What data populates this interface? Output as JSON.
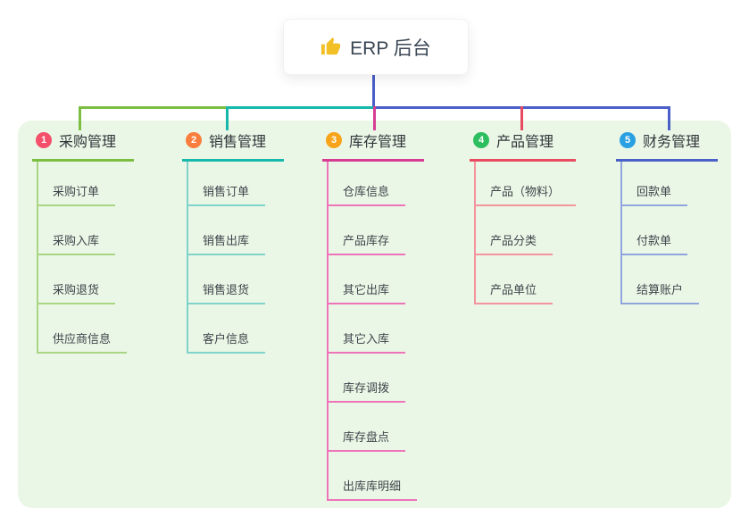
{
  "root": {
    "label": "ERP 后台",
    "icon": "thumbs-up-icon"
  },
  "connector_colors": {
    "root_line": "#4a60c8",
    "bus_left": "#7cbe41",
    "bus_mid": "#16b8ab",
    "bus_right": "#4a60c8"
  },
  "panel_color": "#ebf7e6",
  "branches": [
    {
      "badge": "1",
      "label": "采购管理",
      "badge_color": "#f4506a",
      "line_color": "#7cbe41",
      "child_line_color": "#a9d584",
      "children": [
        "采购订单",
        "采购入库",
        "采购退货",
        "供应商信息"
      ]
    },
    {
      "badge": "2",
      "label": "销售管理",
      "badge_color": "#f97e3d",
      "line_color": "#16b8ab",
      "child_line_color": "#7ed3ca",
      "children": [
        "销售订单",
        "销售出库",
        "销售退货",
        "客户信息"
      ]
    },
    {
      "badge": "3",
      "label": "库存管理",
      "badge_color": "#f8a41b",
      "line_color": "#d63d92",
      "child_line_color": "#ee74ba",
      "children": [
        "仓库信息",
        "产品库存",
        "其它出库",
        "其它入库",
        "库存调拨",
        "库存盘点",
        "出库库明细"
      ]
    },
    {
      "badge": "4",
      "label": "产品管理",
      "badge_color": "#2dbe60",
      "line_color": "#e84a62",
      "child_line_color": "#f3949e",
      "children": [
        "产品（物料）",
        "产品分类",
        "产品单位"
      ]
    },
    {
      "badge": "5",
      "label": "财务管理",
      "badge_color": "#29a0e2",
      "line_color": "#4a60c8",
      "child_line_color": "#90a5de",
      "children": [
        "回款单",
        "付款单",
        "结算账户"
      ]
    }
  ]
}
